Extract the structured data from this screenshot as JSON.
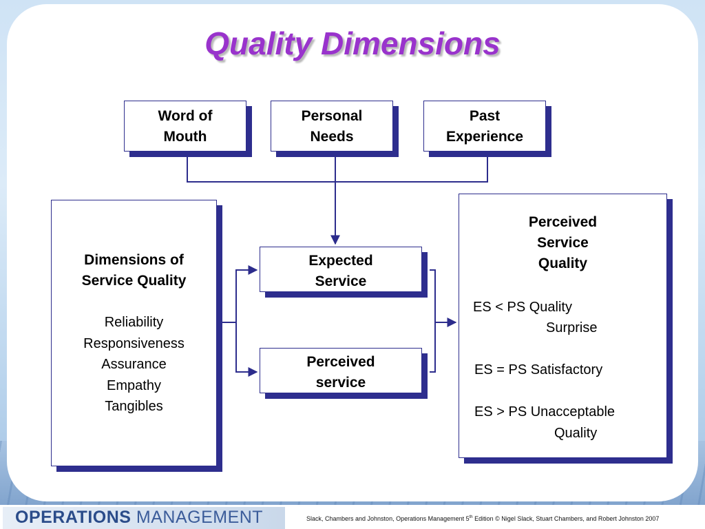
{
  "title": "Quality Dimensions",
  "top_boxes": [
    {
      "line1": "Word of",
      "line2": "Mouth"
    },
    {
      "line1": "Personal",
      "line2": "Needs"
    },
    {
      "line1": "Past",
      "line2": "Experience"
    }
  ],
  "expected_service": {
    "line1": "Expected",
    "line2": "Service"
  },
  "perceived_service": {
    "line1": "Perceived",
    "line2": "service"
  },
  "dimensions": {
    "heading1": "Dimensions of",
    "heading2": "Service Quality",
    "items": [
      "Reliability",
      "Responsiveness",
      "Assurance",
      "Empathy",
      "Tangibles"
    ]
  },
  "perceived_quality": {
    "heading": [
      "Perceived",
      "Service",
      "Quality"
    ],
    "row1": "ES < PS Quality",
    "row1b": "Surprise",
    "row2": "ES = PS Satisfactory",
    "row3": "ES > PS Unacceptable",
    "row3b": "Quality"
  },
  "footer": {
    "logo_bold": "OPERATIONS",
    "logo_light": "MANAGEMENT",
    "credit_pre": "Slack, Chambers and Johnston, Operations Management 5",
    "credit_sup": "th",
    "credit_post": " Edition © Nigel Slack, Stuart Chambers, and Robert Johnston 2007"
  },
  "colors": {
    "title": "#9933cc",
    "border": "#2c2c8c",
    "shadow": "#2e2e8e"
  }
}
